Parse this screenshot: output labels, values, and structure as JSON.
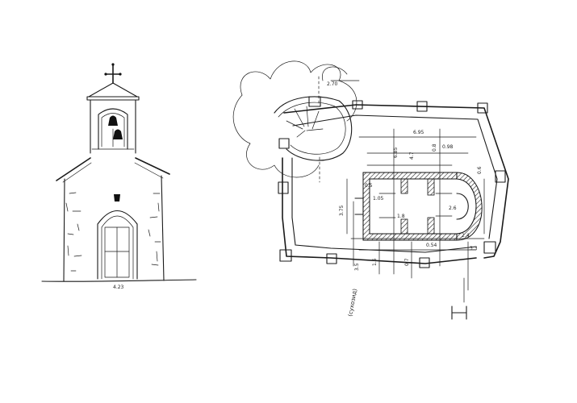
{
  "sketch": {
    "elevation": {
      "width_label": "4.23"
    },
    "plan": {
      "labels": {
        "top_dim": "2.70",
        "d_695": "6.95",
        "d_685": "6.85",
        "d_47": "4.7",
        "d_08": "0.8",
        "d_06": "0.6",
        "d_375": "3.75",
        "d_105": "1.05",
        "d_18": "1.8",
        "d_26": "2.6",
        "d_35": "3.5",
        "d_16": "1.6",
        "d_07": "0.7",
        "d_054": "0.54",
        "d_24": "2.4",
        "d_33": "3.3",
        "d_0_5": "0.5",
        "d_098": "0.98",
        "section_note": "(сухозид)"
      }
    }
  }
}
